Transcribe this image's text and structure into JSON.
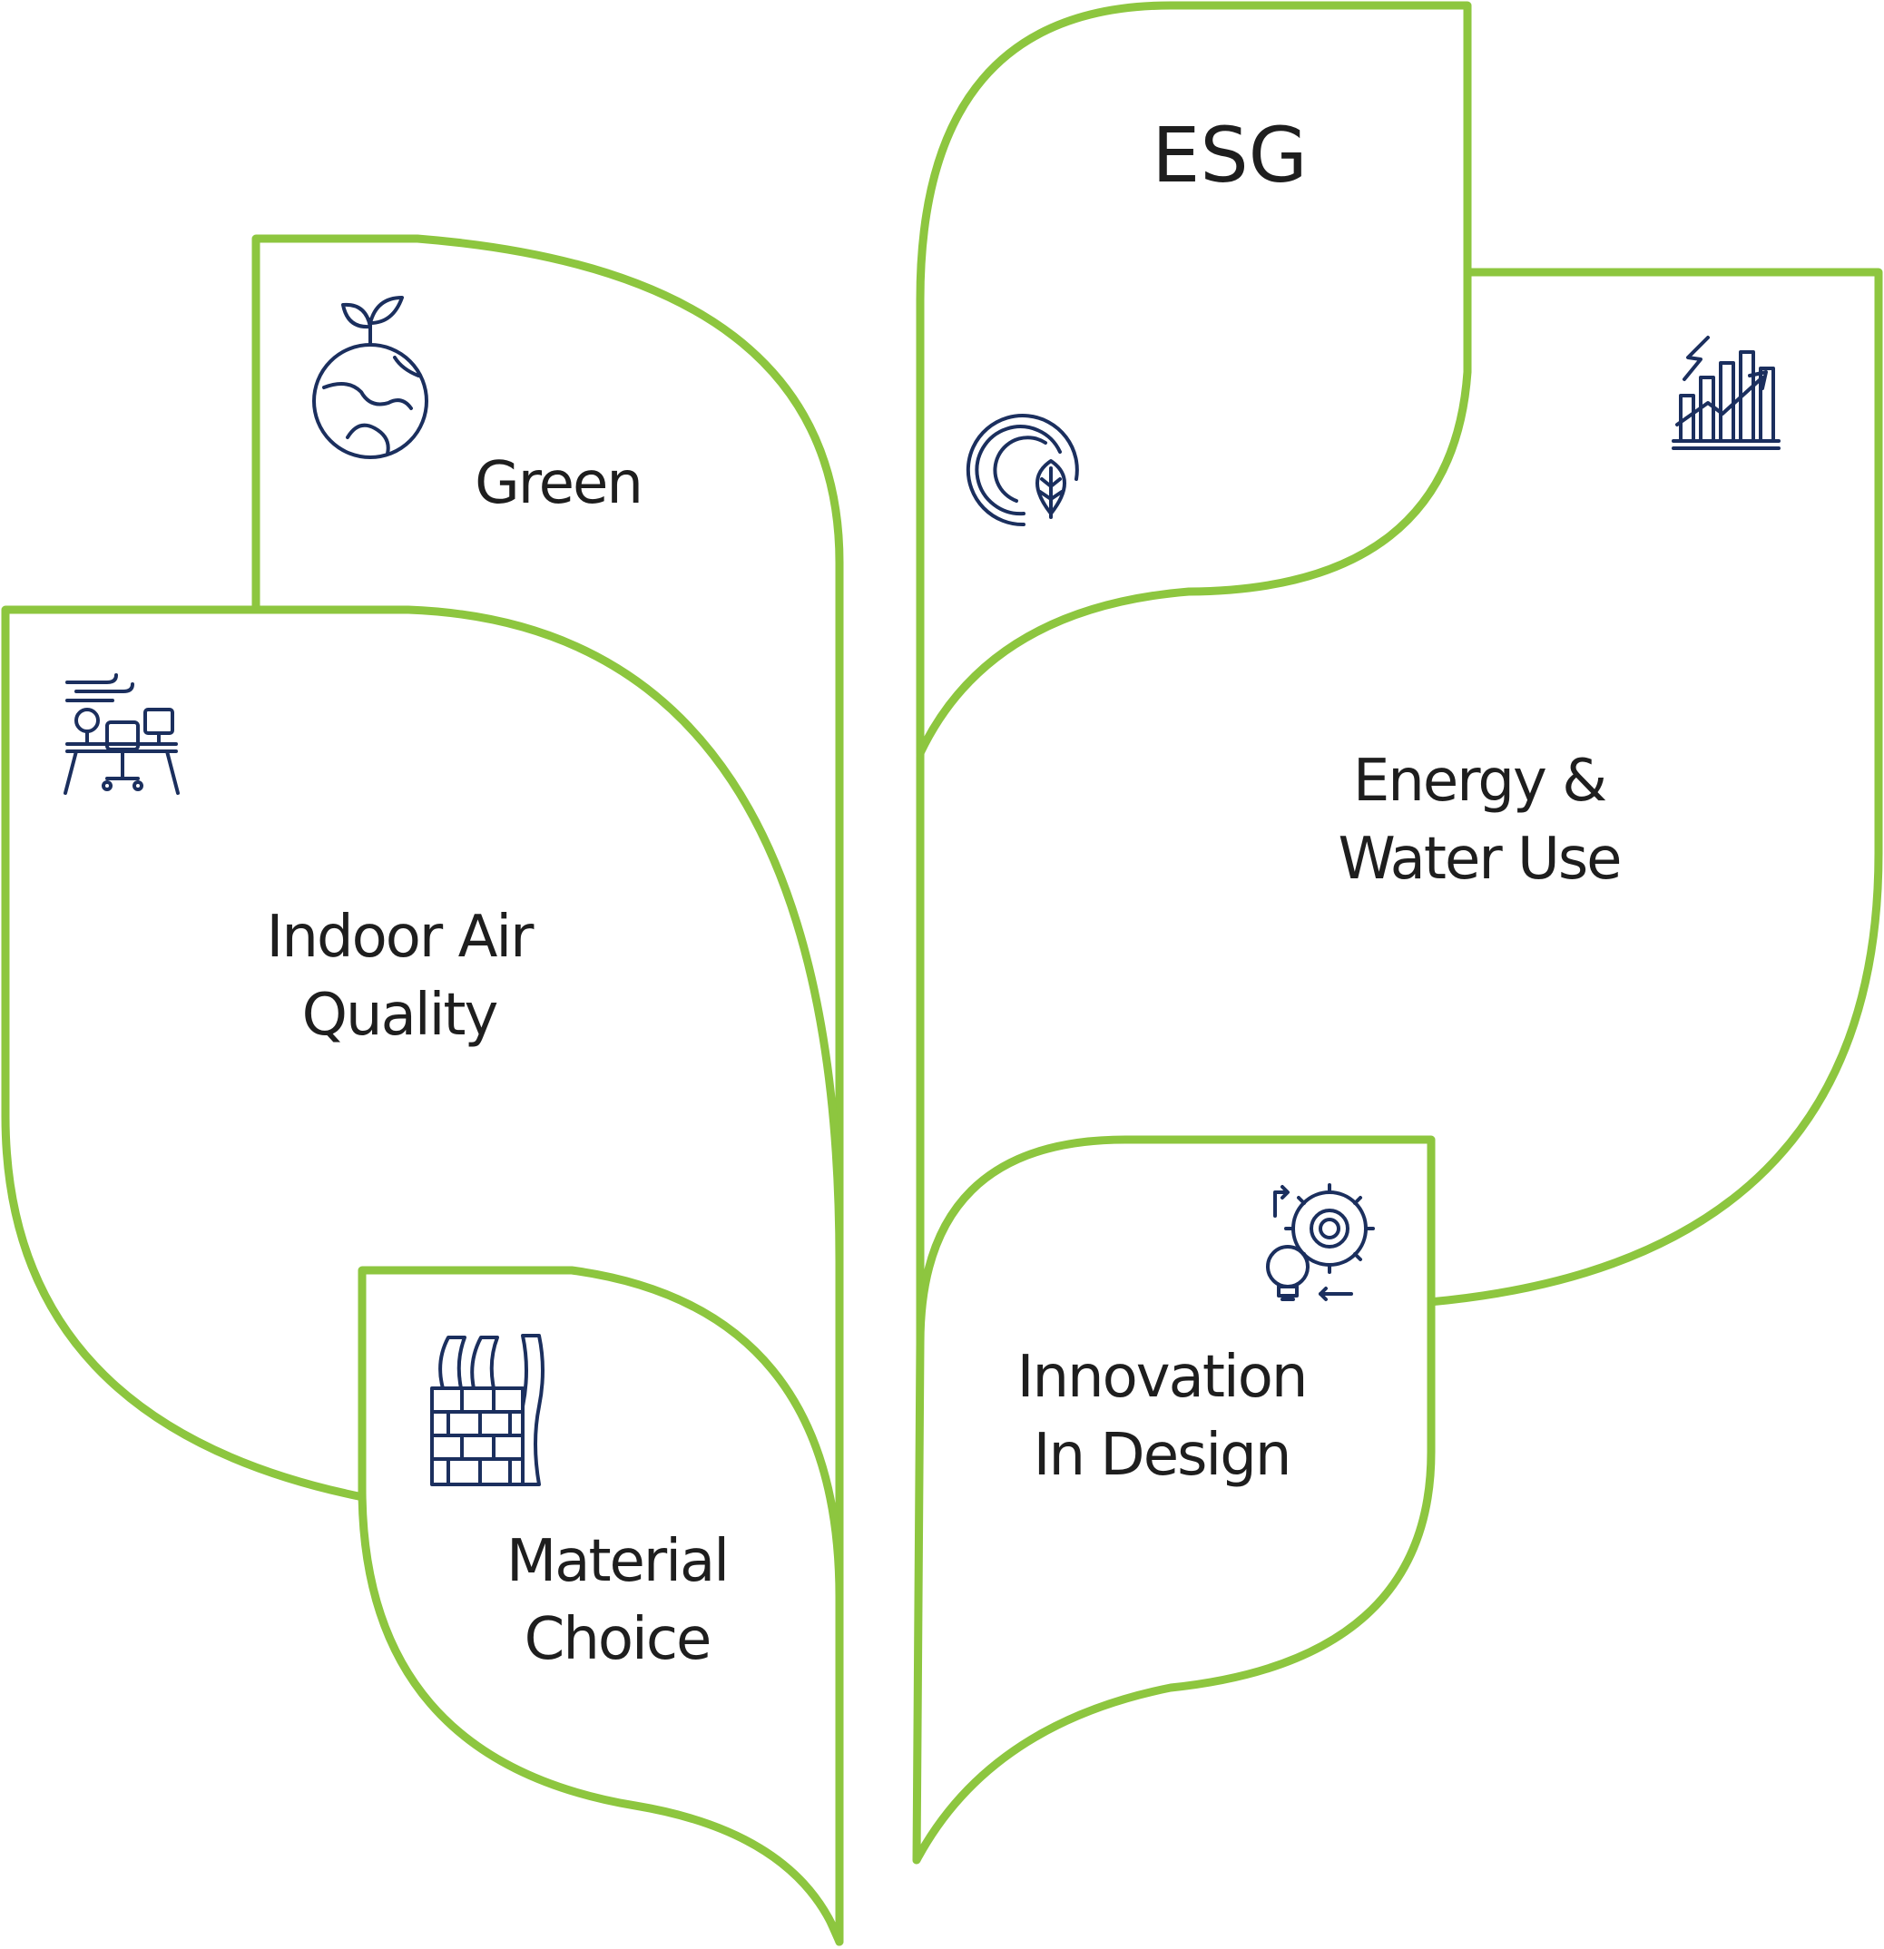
{
  "title": "ESG",
  "colors": {
    "outline": "#8dc63f",
    "icon": "#1b2f5e",
    "text": "#1e1e1e"
  },
  "leaves": [
    {
      "id": "green",
      "lines": [
        "Green"
      ],
      "icon": "globe-sprout-icon"
    },
    {
      "id": "indoor-air-quality",
      "lines": [
        "Indoor Air",
        "Quality"
      ],
      "icon": "office-desk-air-icon"
    },
    {
      "id": "material-choice",
      "lines": [
        "Material",
        "Choice"
      ],
      "icon": "brick-wood-material-icon"
    },
    {
      "id": "esg",
      "lines": [],
      "icon": "leaf-circle-icon"
    },
    {
      "id": "energy-water-use",
      "lines": [
        "Energy &",
        "Water Use"
      ],
      "icon": "energy-chart-icon"
    },
    {
      "id": "innovation-in-design",
      "lines": [
        "Innovation",
        "In Design"
      ],
      "icon": "gear-bulb-icon"
    }
  ]
}
